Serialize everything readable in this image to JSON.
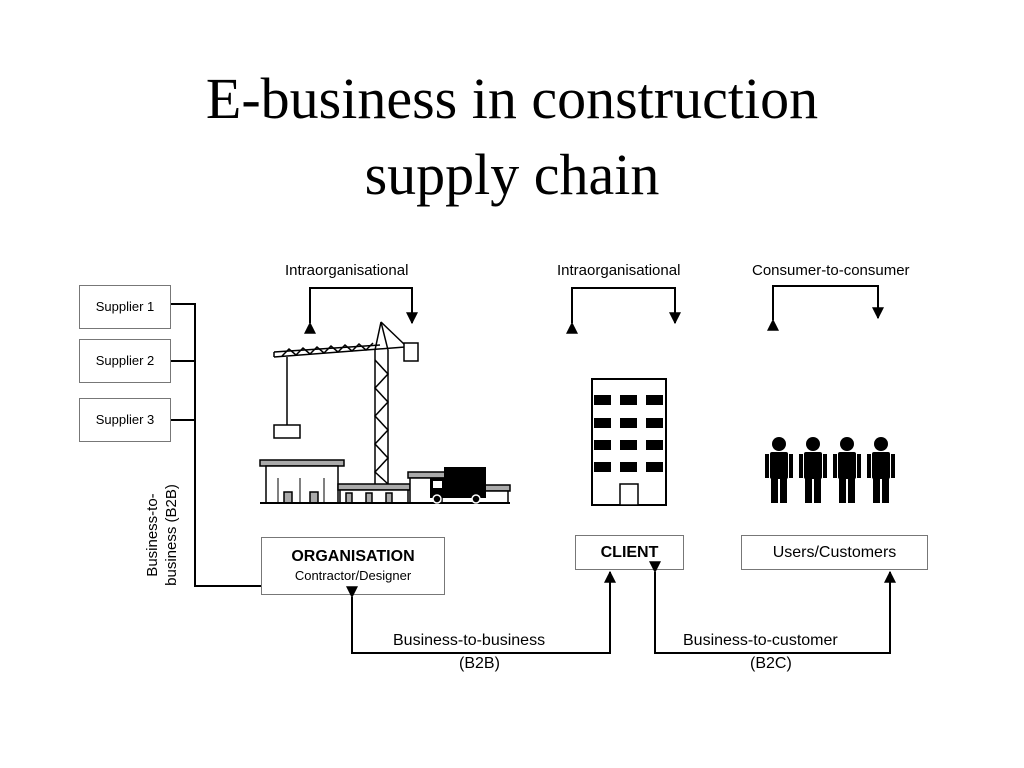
{
  "title": {
    "line1": "E-business in construction",
    "line2": "supply chain"
  },
  "suppliers": [
    "Supplier 1",
    "Supplier 2",
    "Supplier 3"
  ],
  "top_labels": {
    "intra_org": "Intraorganisational",
    "intra_client": "Intraorganisational",
    "c2c": "Consumer-to-consumer"
  },
  "vertical_label": {
    "line1": "Business-to-",
    "line2": "business (B2B)"
  },
  "organisation": {
    "name": "ORGANISATION",
    "sub": "Contractor/Designer"
  },
  "client": {
    "name": "CLIENT"
  },
  "users": {
    "name": "Users/Customers"
  },
  "bottom_labels": {
    "b2b_line1": "Business-to-business",
    "b2b_line2": "(B2B)",
    "b2c_line1": "Business-to-customer",
    "b2c_line2": "(B2C)"
  },
  "colors": {
    "ink": "#000000",
    "box_border": "#777777",
    "building_gray": "#aaaaaa"
  }
}
